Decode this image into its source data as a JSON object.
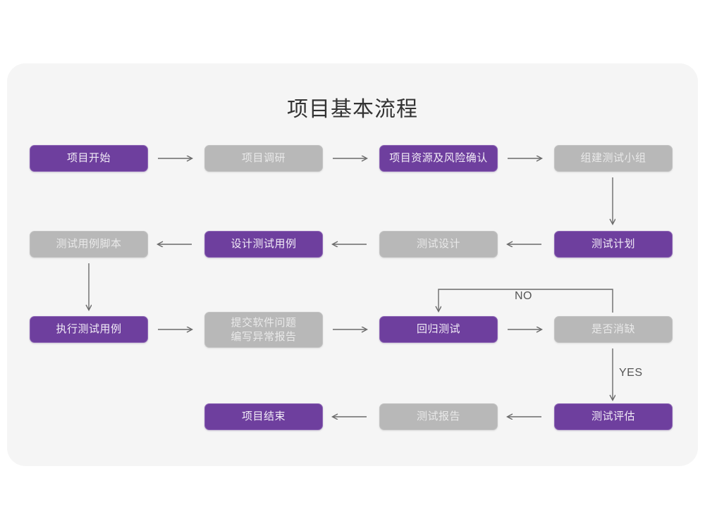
{
  "card": {
    "background": "#f5f5f5"
  },
  "header": {
    "title": "项目基本流程"
  },
  "palette": {
    "purple": "#6e3f9e",
    "purple_text": "#f2ecf7",
    "gray": "#b8b8b8",
    "gray_text": "#e9e9e9",
    "arrow": "#6b6b6b",
    "title_text": "#333333",
    "page_background": "#ffffff"
  },
  "flow": {
    "rows": [
      {
        "row": 1,
        "direction": "left-to-right",
        "nodes": [
          {
            "id": "n1",
            "label": "项目开始",
            "style": "purple"
          },
          {
            "id": "n2",
            "label": "项目调研",
            "style": "gray"
          },
          {
            "id": "n3",
            "label": "项目资源及风险确认",
            "style": "purple"
          },
          {
            "id": "n4",
            "label": "组建测试小组",
            "style": "gray"
          }
        ]
      },
      {
        "row": 2,
        "direction": "right-to-left",
        "nodes": [
          {
            "id": "n5",
            "label": "测试用例脚本",
            "style": "gray"
          },
          {
            "id": "n6",
            "label": "设计测试用例",
            "style": "purple"
          },
          {
            "id": "n7",
            "label": "测试设计",
            "style": "gray"
          },
          {
            "id": "n8",
            "label": "测试计划",
            "style": "purple"
          }
        ]
      },
      {
        "row": 3,
        "direction": "left-to-right",
        "nodes": [
          {
            "id": "n9",
            "label": "执行测试用例",
            "style": "purple"
          },
          {
            "id": "n10",
            "label": "提交软件问题\n编写异常报告",
            "style": "gray"
          },
          {
            "id": "n11",
            "label": "回归测试",
            "style": "purple"
          },
          {
            "id": "n12",
            "label": "是否消缺",
            "style": "gray"
          }
        ]
      },
      {
        "row": 4,
        "direction": "right-to-left",
        "nodes": [
          {
            "id": "n13",
            "label": "项目结束",
            "style": "purple"
          },
          {
            "id": "n14",
            "label": "测试报告",
            "style": "gray"
          },
          {
            "id": "n15",
            "label": "测试评估",
            "style": "purple"
          }
        ]
      }
    ],
    "edge_labels": {
      "no": "NO",
      "yes": "YES"
    }
  }
}
